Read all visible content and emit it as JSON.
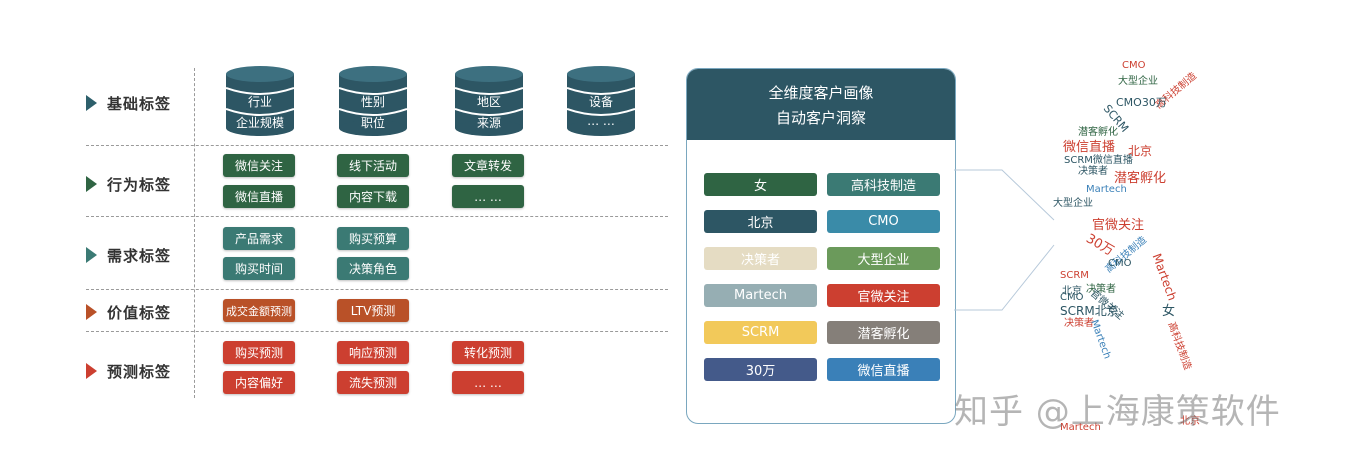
{
  "categories": [
    {
      "label": "基础标签",
      "arrow_color": "#2d5f6b"
    },
    {
      "label": "行为标签",
      "arrow_color": "#2f6443"
    },
    {
      "label": "需求标签",
      "arrow_color": "#3b7a74"
    },
    {
      "label": "价值标签",
      "arrow_color": "#b95128"
    },
    {
      "label": "预测标签",
      "arrow_color": "#cc3f30"
    }
  ],
  "databases": [
    {
      "line1": "行业",
      "line2": "企业规模"
    },
    {
      "line1": "性别",
      "line2": "职位"
    },
    {
      "line1": "地区",
      "line2": "来源"
    },
    {
      "line1": "设备",
      "line2": "… …"
    }
  ],
  "behavior_tags": [
    "微信关注",
    "线下活动",
    "文章转发",
    "微信直播",
    "内容下载",
    "… …"
  ],
  "demand_tags": [
    "产品需求",
    "购买预算",
    "购买时间",
    "决策角色"
  ],
  "value_tags": [
    "成交金额预测",
    "LTV预测"
  ],
  "predict_tags": [
    "购买预测",
    "响应预测",
    "转化预测",
    "内容偏好",
    "流失预测",
    "… …"
  ],
  "profile": {
    "title_line1": "全维度客户画像",
    "title_line2": "自动客户洞察",
    "header_color": "#2d5664",
    "tags": [
      {
        "label": "女",
        "color": "#2f6443"
      },
      {
        "label": "高科技制造",
        "color": "#3b7a74"
      },
      {
        "label": "北京",
        "color": "#2d5664"
      },
      {
        "label": "CMO",
        "color": "#3a8ba8"
      },
      {
        "label": "决策者",
        "color": "#e5dcc3"
      },
      {
        "label": "大型企业",
        "color": "#6b9a5b"
      },
      {
        "label": "Martech",
        "color": "#96aeb3"
      },
      {
        "label": "官微关注",
        "color": "#cc3f30"
      },
      {
        "label": "SCRM",
        "color": "#f2c95a"
      },
      {
        "label": "潜客孵化",
        "color": "#857f79"
      },
      {
        "label": "30万",
        "color": "#445a8a"
      },
      {
        "label": "微信直播",
        "color": "#3a80b8"
      }
    ]
  },
  "word_cloud": [
    {
      "text": "CMO",
      "color": "#cc3f30"
    },
    {
      "text": "大型企业",
      "color": "#2f6443"
    },
    {
      "text": "高科技制造",
      "color": "#cc3f30"
    },
    {
      "text": "CMO30万",
      "color": "#2d5664"
    },
    {
      "text": "SCRM",
      "color": "#2d5664"
    },
    {
      "text": "潜客孵化",
      "color": "#2f6443"
    },
    {
      "text": "微信直播",
      "color": "#cc3f30"
    },
    {
      "text": "北京",
      "color": "#cc3f30"
    },
    {
      "text": "SCRM微信直播",
      "color": "#2d5664"
    },
    {
      "text": "决策者",
      "color": "#2d5664"
    },
    {
      "text": "潜客孵化",
      "color": "#cc3f30"
    },
    {
      "text": "Martech",
      "color": "#3a80b8"
    },
    {
      "text": "大型企业",
      "color": "#2d5664"
    },
    {
      "text": "官微关注",
      "color": "#cc3f30"
    },
    {
      "text": "30万",
      "color": "#cc3f30"
    },
    {
      "text": "高科技制造",
      "color": "#3a80b8"
    },
    {
      "text": "CMO",
      "color": "#2d5664"
    },
    {
      "text": "Martech",
      "color": "#cc3f30"
    },
    {
      "text": "SCRM",
      "color": "#cc3f30"
    },
    {
      "text": "决策者",
      "color": "#2f6443"
    },
    {
      "text": "北京",
      "color": "#2d5664"
    },
    {
      "text": "CMO",
      "color": "#2d5664"
    },
    {
      "text": "官微关注",
      "color": "#2d5664"
    },
    {
      "text": "SCRM北京",
      "color": "#2d5664"
    },
    {
      "text": "决策者",
      "color": "#cc3f30"
    },
    {
      "text": "女",
      "color": "#2d5664"
    },
    {
      "text": "高科技制造",
      "color": "#cc3f30"
    },
    {
      "text": "Martech",
      "color": "#3a80b8"
    },
    {
      "text": "北京",
      "color": "#cc3f30"
    },
    {
      "text": "Martech",
      "color": "#cc3f30"
    }
  ],
  "watermark": "知乎 @上海康策软件"
}
